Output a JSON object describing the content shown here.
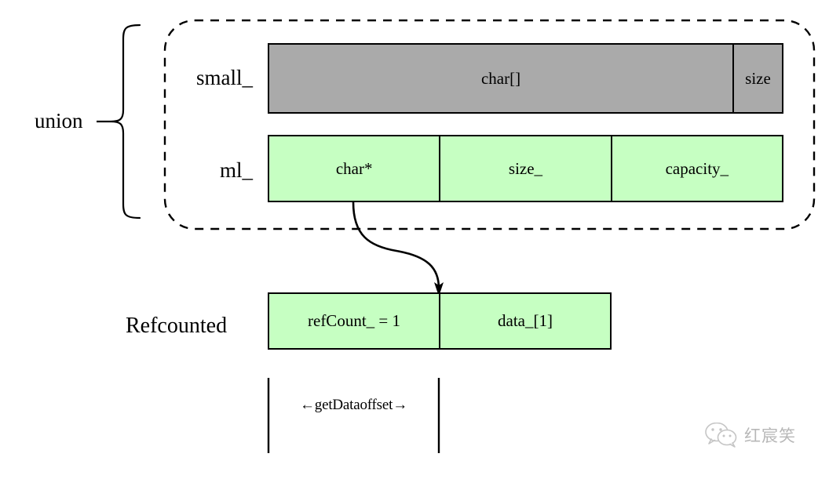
{
  "diagram": {
    "title_labels": {
      "union": "union",
      "small": "small_",
      "ml": "ml_",
      "refcounted": "Refcounted"
    },
    "union_group": {
      "rows": [
        {
          "name": "small_",
          "fill": "#aaaaaa",
          "cells": [
            {
              "label": "char[]"
            },
            {
              "label": "size"
            }
          ]
        },
        {
          "name": "ml_",
          "fill": "#c6ffc2",
          "cells": [
            {
              "label": "char*"
            },
            {
              "label": "size_"
            },
            {
              "label": "capacity_"
            }
          ]
        }
      ]
    },
    "refcounted_row": {
      "name": "Refcounted",
      "fill": "#c6ffc2",
      "cells": [
        {
          "label": "refCount_ = 1"
        },
        {
          "label": "data_[1]"
        }
      ]
    },
    "measurement": {
      "label": "getDataoffset",
      "left_arrow": "←",
      "right_arrow": "→"
    },
    "colors": {
      "gray_fill": "#aaaaaa",
      "green_fill": "#c6ffc2",
      "stroke": "#000000",
      "background": "#ffffff"
    }
  },
  "watermark": {
    "icon": "wechat-icon",
    "text": "红宸笑"
  }
}
